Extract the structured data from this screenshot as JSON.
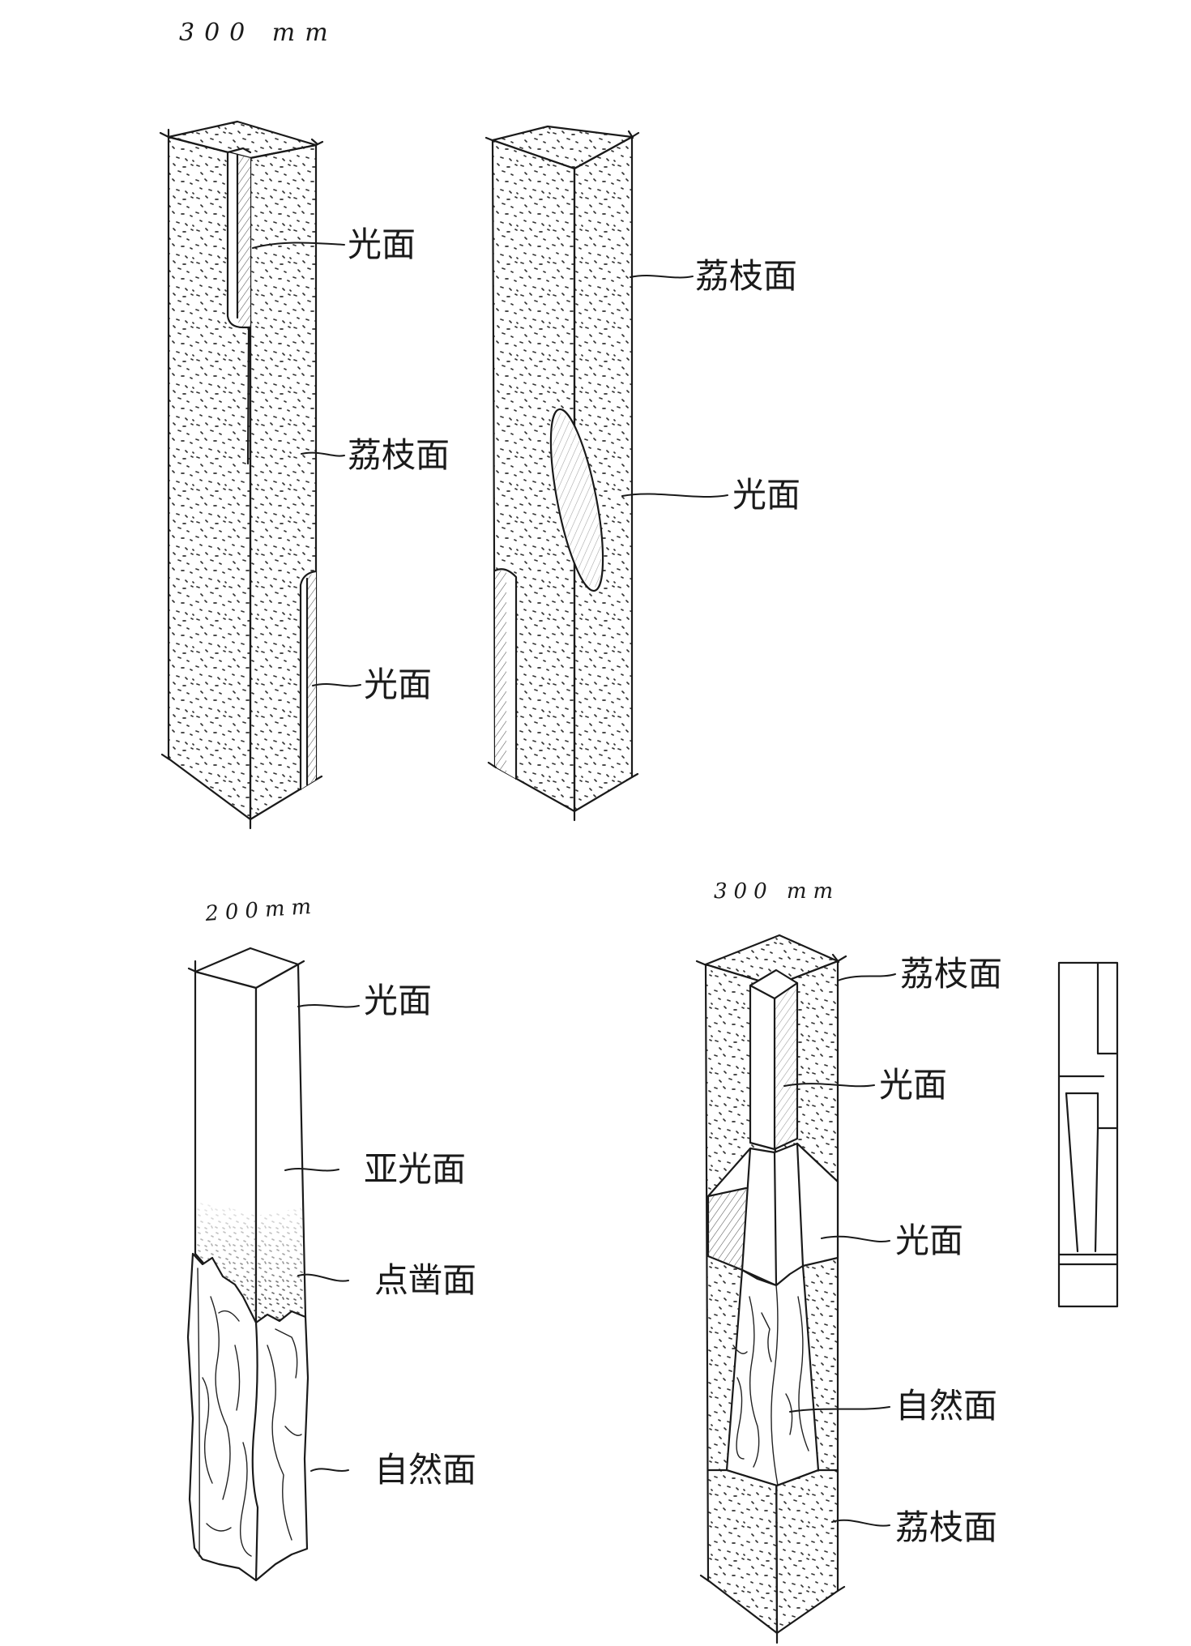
{
  "colors": {
    "ink": "#1a1a1a",
    "paper": "#ffffff"
  },
  "pillar_a": {
    "dimension": "300 mm",
    "label_top_groove": "光面",
    "label_body": "荔枝面",
    "label_bottom_groove": "光面"
  },
  "pillar_b": {
    "label_body": "荔枝面",
    "label_oval": "光面"
  },
  "pillar_c": {
    "dimension": "200mm",
    "label_top": "光面",
    "label_upper": "亚光面",
    "label_middle": "点凿面",
    "label_base": "自然面"
  },
  "pillar_d": {
    "dimension": "300 mm",
    "label_top": "荔枝面",
    "label_groove": "光面",
    "label_side": "光面",
    "label_natural": "自然面",
    "label_base": "荔枝面"
  }
}
